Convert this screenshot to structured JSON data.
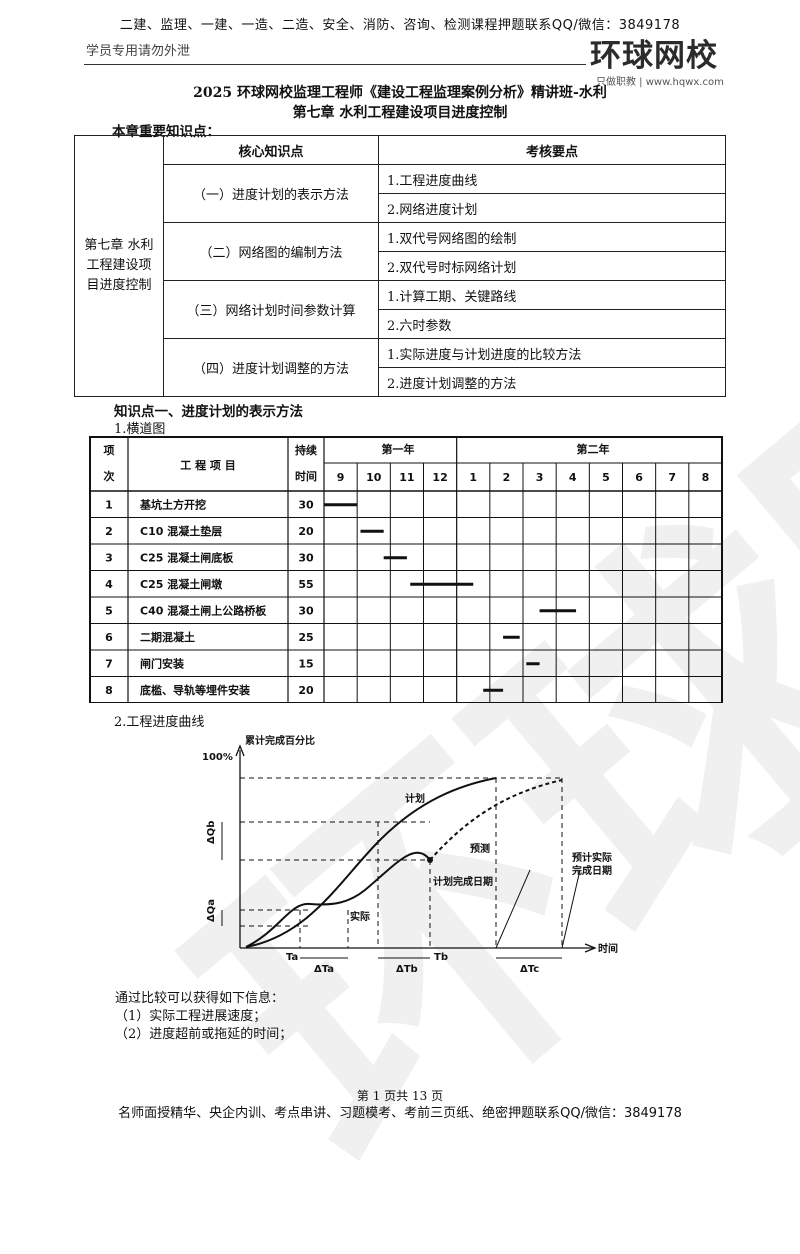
{
  "header": {
    "top_ad": "二建、监理、一建、一造、二造、安全、消防、咨询、检测课程押题联系QQ/微信：3849178",
    "student_note": "学员专用请勿外泄",
    "logo_main": "环球网校",
    "logo_sub": "只做职教 | www.hqwx.com"
  },
  "title": {
    "line1": "2025 环球网校监理工程师《建设工程监理案例分析》精讲班-水利",
    "line2": "第七章 水利工程建设项目进度控制"
  },
  "important_label": "本章重要知识点：",
  "kp_table": {
    "header_core": "核心知识点",
    "header_key": "考核要点",
    "chapter": "第七章 水利工程建设项目进度控制",
    "rows": [
      {
        "core": "（一）进度计划的表示方法",
        "points": [
          "1.工程进度曲线",
          "2.网络进度计划"
        ]
      },
      {
        "core": "（二）网络图的编制方法",
        "points": [
          "1.双代号网络图的绘制",
          "2.双代号时标网络计划"
        ]
      },
      {
        "core": "（三）网络计划时间参数计算",
        "points": [
          "1.计算工期、关键路线",
          "2.六时参数"
        ]
      },
      {
        "core": "（四）进度计划调整的方法",
        "points": [
          "1.实际进度与计划进度的比较方法",
          "2.进度计划调整的方法"
        ]
      }
    ]
  },
  "section1": {
    "title": "知识点一、进度计划的表示方法",
    "sub1": "1.横道图",
    "sub2": "2.工程进度曲线"
  },
  "gantt": {
    "col_item_no": [
      "项",
      "次"
    ],
    "col_item": "工 程 项 目",
    "col_dur": [
      "持续",
      "时间"
    ],
    "year1": "第一年",
    "year2": "第二年",
    "months": [
      "9",
      "10",
      "11",
      "12",
      "1",
      "2",
      "3",
      "4",
      "5",
      "6",
      "7",
      "8"
    ],
    "tasks": [
      {
        "no": "1",
        "name": "基坑土方开挖",
        "dur": "30",
        "start": 0,
        "end": 1
      },
      {
        "no": "2",
        "name": "C10 混凝土垫层",
        "dur": "20",
        "start": 1.1,
        "end": 1.8
      },
      {
        "no": "3",
        "name": "C25 混凝土闸底板",
        "dur": "30",
        "start": 1.8,
        "end": 2.5
      },
      {
        "no": "4",
        "name": "C25 混凝土闸墩",
        "dur": "55",
        "start": 2.6,
        "end": 4.5
      },
      {
        "no": "5",
        "name": "C40 混凝土闸上公路桥板",
        "dur": "30",
        "start": 6.5,
        "end": 7.6
      },
      {
        "no": "6",
        "name": "二期混凝土",
        "dur": "25",
        "start": 5.4,
        "end": 5.9
      },
      {
        "no": "7",
        "name": "闸门安装",
        "dur": "15",
        "start": 6.1,
        "end": 6.5
      },
      {
        "no": "8",
        "name": "底槛、导轨等埋件安装",
        "dur": "20",
        "start": 4.8,
        "end": 5.4
      }
    ]
  },
  "curve": {
    "y_axis_label": "累计完成百分比",
    "y_top": "100%",
    "x_axis_label": "时间",
    "label_plan": "计划",
    "label_forecast": "预测",
    "label_actual": "实际",
    "label_plan_finish": "计划完成日期",
    "label_forecast_finish_1": "预计实际",
    "label_forecast_finish_2": "完成日期",
    "dQb": "ΔQb",
    "dQa": "ΔQa",
    "Ta": "Ta",
    "dTa": "ΔTa",
    "dTb": "ΔTb",
    "Tb": "Tb",
    "dTc": "ΔTc"
  },
  "conclusion": {
    "intro": "通过比较可以获得如下信息：",
    "item1": "（1）实际工程进展速度；",
    "item2": "（2）进度超前或拖延的时间；"
  },
  "footer": {
    "page": "第 1 页共 13 页",
    "ad": "名师面授精华、央企内训、考点串讲、习题模考、考前三页纸、绝密押题联系QQ/微信：3849178"
  },
  "watermark": "环球网校",
  "colors": {
    "text": "#111111",
    "line": "#222222"
  }
}
